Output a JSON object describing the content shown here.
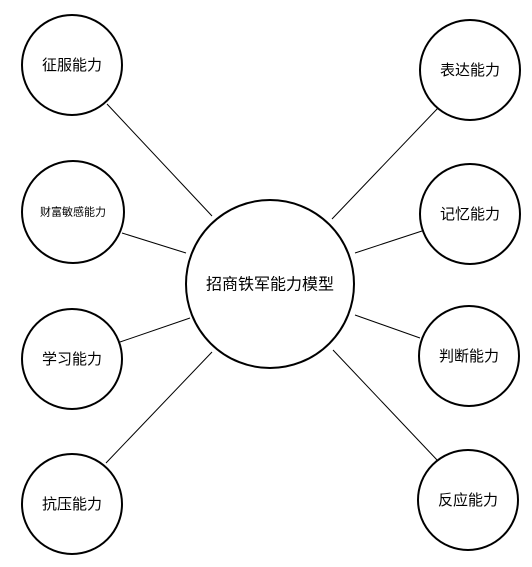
{
  "diagram": {
    "center": {
      "label": "招商铁军能力模型"
    },
    "nodes": [
      {
        "id": "conquer",
        "label": "征服能力"
      },
      {
        "id": "wealth",
        "label": "财富敏感能力"
      },
      {
        "id": "learning",
        "label": "学习能力"
      },
      {
        "id": "resilience",
        "label": "抗压能力"
      },
      {
        "id": "expression",
        "label": "表达能力"
      },
      {
        "id": "memory",
        "label": "记忆能力"
      },
      {
        "id": "judgment",
        "label": "判断能力"
      },
      {
        "id": "reaction",
        "label": "反应能力"
      }
    ]
  }
}
